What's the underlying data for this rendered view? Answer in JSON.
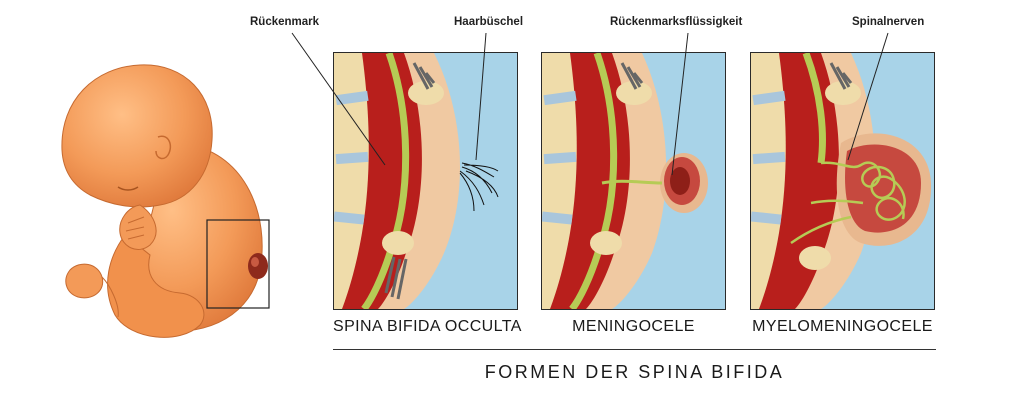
{
  "title": "FORMEN DER SPINA BIFIDA",
  "callouts": {
    "spinal_cord": "Rückenmark",
    "hair_tuft": "Haarbüschel",
    "csf": "Rückenmarksflüssigkeit",
    "spinal_nerves": "Spinalnerven"
  },
  "panels": [
    {
      "caption": "SPINA BIFIDA OCCULTA"
    },
    {
      "caption": "MENINGOCELE"
    },
    {
      "caption": "MYELOMENINGOCELE"
    }
  ],
  "colors": {
    "skin": "#f39a58",
    "skin_dark": "#d9773a",
    "tissue": "#f0c9a2",
    "muscle": "#b81f1c",
    "spinal_cord": "#b6cb55",
    "bone": "#efdcaa",
    "disc": "#a9c6dc",
    "background": "#a8d3e8",
    "sac": "#c6493f"
  }
}
